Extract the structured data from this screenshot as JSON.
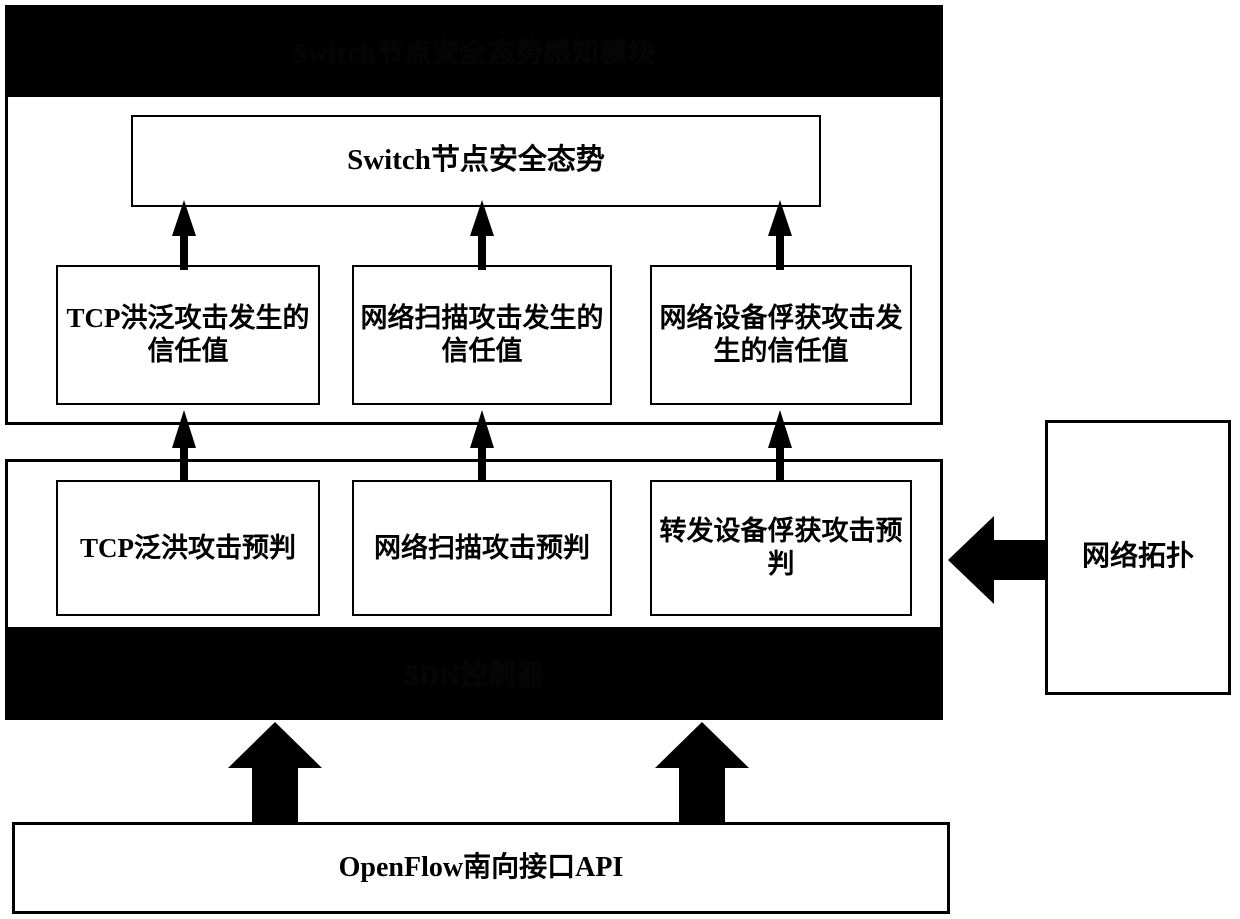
{
  "diagram": {
    "title_band_top": "Switch节点安全态势感知模块",
    "title_band_bottom": "SDN控制器",
    "top_panel": {
      "summary_box": {
        "label": "Switch节点安全态势"
      },
      "trust_boxes": [
        {
          "label": "TCP洪泛攻击发生的信任值"
        },
        {
          "label": "网络扫描攻击发生的信任值"
        },
        {
          "label": "网络设备俘获攻击发生的信任值"
        }
      ]
    },
    "bottom_panel": {
      "prediction_boxes": [
        {
          "label": "TCP泛洪攻击预判"
        },
        {
          "label": "网络扫描攻击预判"
        },
        {
          "label": "转发设备俘获攻击预判"
        }
      ]
    },
    "side_box": {
      "label": "网络拓扑"
    },
    "api_box": {
      "label": "OpenFlow南向接口API"
    },
    "colors": {
      "line": "#000000",
      "band_fill": "#000000",
      "box_fill": "#ffffff",
      "page_bg": "#ffffff"
    }
  }
}
